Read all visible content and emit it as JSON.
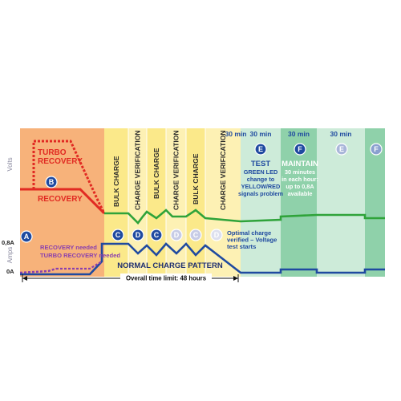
{
  "chart_data": {
    "type": "line",
    "axis_labels": {
      "volts": "Volts",
      "amps": "Amps",
      "amp_ticks": [
        "0,8A",
        "0A"
      ]
    },
    "phases": [
      {
        "id": "turbo",
        "color": "#f7b27a",
        "label": ""
      },
      {
        "id": "bulk1",
        "color": "#fbe98a",
        "label": "BULK CHARGE",
        "badge": "C"
      },
      {
        "id": "verif1",
        "color": "#fdf1b4",
        "label": "CHARGE VERIFICATION",
        "badge": "D"
      },
      {
        "id": "bulk2",
        "color": "#fbe98a",
        "label": "BULK CHARGE",
        "badge": "C"
      },
      {
        "id": "verif2",
        "color": "#fdf1b4",
        "label": "CHARGE VERIFICATION",
        "badge": "D"
      },
      {
        "id": "bulk3",
        "color": "#fbe98a",
        "label": "BULK CHARGE",
        "badge": "C"
      },
      {
        "id": "verif3",
        "color": "#fdf1b4",
        "label": "CHARGE VERIFICATION",
        "badge": "D",
        "duration": "30 min"
      },
      {
        "id": "test",
        "color": "#cdebd9",
        "label": "TEST",
        "badge": "E",
        "duration": "30 min",
        "note": "GREEN LED change to YELLOW/RED signals problem"
      },
      {
        "id": "maintain",
        "color": "#8fd1aa",
        "label": "MAINTAIN",
        "badge": "F",
        "duration": "30 min",
        "note": "30 minutes in each hour: up to 0,8A available"
      },
      {
        "id": "test2",
        "color": "#cdebd9",
        "label": "",
        "badge": "E",
        "duration": "30 min"
      },
      {
        "id": "maintain2",
        "color": "#8fd1aa",
        "label": "",
        "badge": "F"
      }
    ],
    "annotations": {
      "turbo_recovery": "TURBO\nRECOVERY",
      "recovery": "RECOVERY",
      "recovery_needed": "RECOVERY needed",
      "turbo_recovery_needed": "TURBO RECOVERY needed",
      "normal_pattern": "NORMAL CHARGE PATTERN",
      "time_limit": "Overall time limit: 48 hours",
      "optimal": "Optimal charge\nverified – Voltage\ntest starts"
    },
    "badges": {
      "a": "A",
      "b": "B"
    },
    "series": [
      {
        "name": "",
        "role": "voltage",
        "color": "#e12a22"
      },
      {
        "name": "",
        "role": "turbo_voltage",
        "color": "#e12a22"
      },
      {
        "name": "",
        "role": "charge_voltage",
        "color": "#2fa33a"
      },
      {
        "name": "",
        "role": "current",
        "color": "#1f4aa0"
      },
      {
        "name": "",
        "role": "recovery_current",
        "color": "#8a3fae"
      }
    ]
  }
}
